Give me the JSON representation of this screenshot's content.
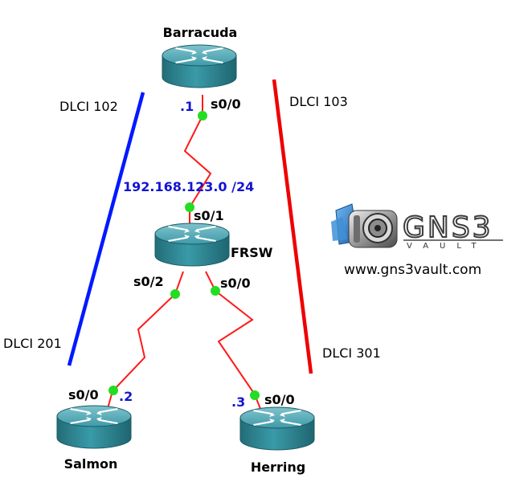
{
  "colors": {
    "serial_link": "#ff1a1a",
    "dlci_blue": "#0019ff",
    "dlci_red": "#ee0000",
    "port_dot": "#22dd22",
    "ip_text": "#1414d2",
    "router_body": "#2e8e9c"
  },
  "routers": {
    "barracuda": {
      "name": "Barracuda",
      "port": "s0/0",
      "ip": ".1"
    },
    "frsw": {
      "name": "FRSW",
      "port_top": "s0/1",
      "port_left": "s0/2",
      "port_right": "s0/0"
    },
    "salmon": {
      "name": "Salmon",
      "port": "s0/0",
      "ip": ".2"
    },
    "herring": {
      "name": "Herring",
      "port": "s0/0",
      "ip": ".3"
    }
  },
  "network": {
    "subnet": "192.168.123.0 /24"
  },
  "dlci": {
    "d102": "DLCI 102",
    "d103": "DLCI 103",
    "d201": "DLCI 201",
    "d301": "DLCI 301"
  },
  "logo": {
    "brand": "GNS3",
    "sub": "VAULT",
    "url": "www.gns3vault.com"
  }
}
